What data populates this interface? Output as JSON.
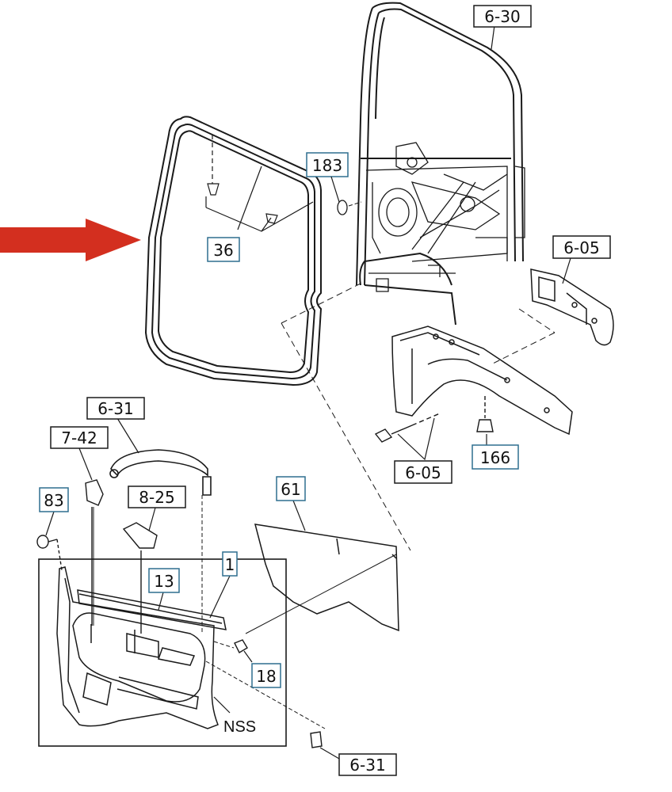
{
  "colors": {
    "line": "#1a1a1a",
    "callout_box_blue": "#2f6f8f",
    "callout_box_black": "#1a1a1a",
    "arrow": "#d32f1f",
    "background": "#ffffff"
  },
  "callouts": {
    "door_frame": "6-30",
    "item_183": "183",
    "item_36": "36",
    "bracket_top": "6-05",
    "bracket_bottom": "6-05",
    "item_166": "166",
    "handle_top": "6-31",
    "item_7_42": "7-42",
    "item_8_25": "8-25",
    "item_83": "83",
    "item_61": "61",
    "item_1": "1",
    "item_13": "13",
    "item_18": "18",
    "clip_bottom": "6-31",
    "side_note": "NSS"
  },
  "icons": {
    "pointer": "red-arrow-right-icon"
  }
}
